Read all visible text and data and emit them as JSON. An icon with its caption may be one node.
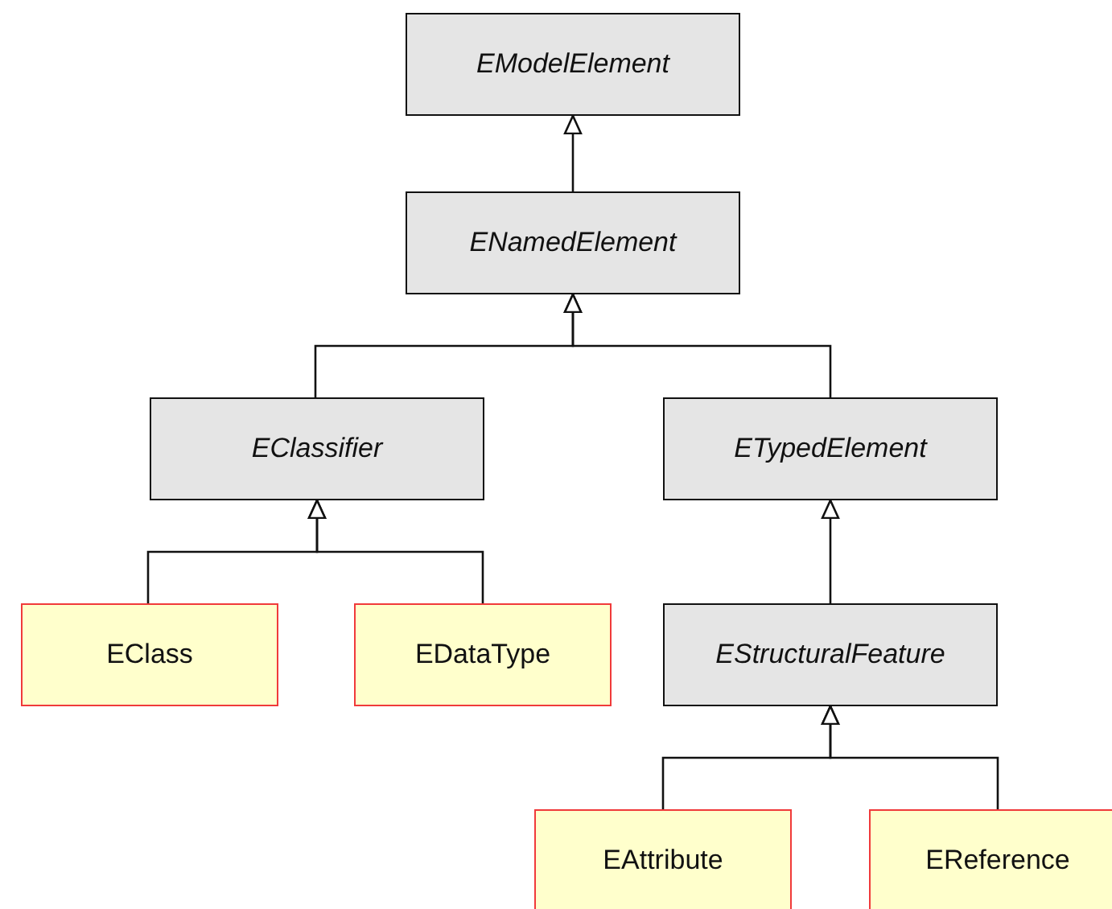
{
  "diagram": {
    "nodes": [
      {
        "text": [
          "EModelElement"
        ]
      },
      {
        "text": [
          "ENamedElement"
        ]
      },
      {
        "text": [
          "EClassifier"
        ]
      },
      {
        "text": [
          "ETypedElement"
        ]
      },
      {
        "text": [
          "EClass"
        ]
      },
      {
        "text": [
          "EDataType"
        ]
      },
      {
        "text": [
          "EStructuralFeature"
        ]
      },
      {
        "text": [
          "EAttribute"
        ]
      },
      {
        "text": [
          "EReference"
        ]
      }
    ],
    "edges": [
      {
        "from": 1,
        "to": 0,
        "arrow": "to"
      },
      {
        "from": 2,
        "to": 1,
        "arrow": "to"
      },
      {
        "from": 3,
        "to": 1,
        "arrow": "to"
      },
      {
        "from": 4,
        "to": 2,
        "arrow": "to"
      },
      {
        "from": 5,
        "to": 2,
        "arrow": "to"
      },
      {
        "from": 6,
        "to": 3,
        "arrow": "to"
      },
      {
        "from": 7,
        "to": 6,
        "arrow": "to"
      },
      {
        "from": 8,
        "to": 6,
        "arrow": "to"
      }
    ]
  }
}
